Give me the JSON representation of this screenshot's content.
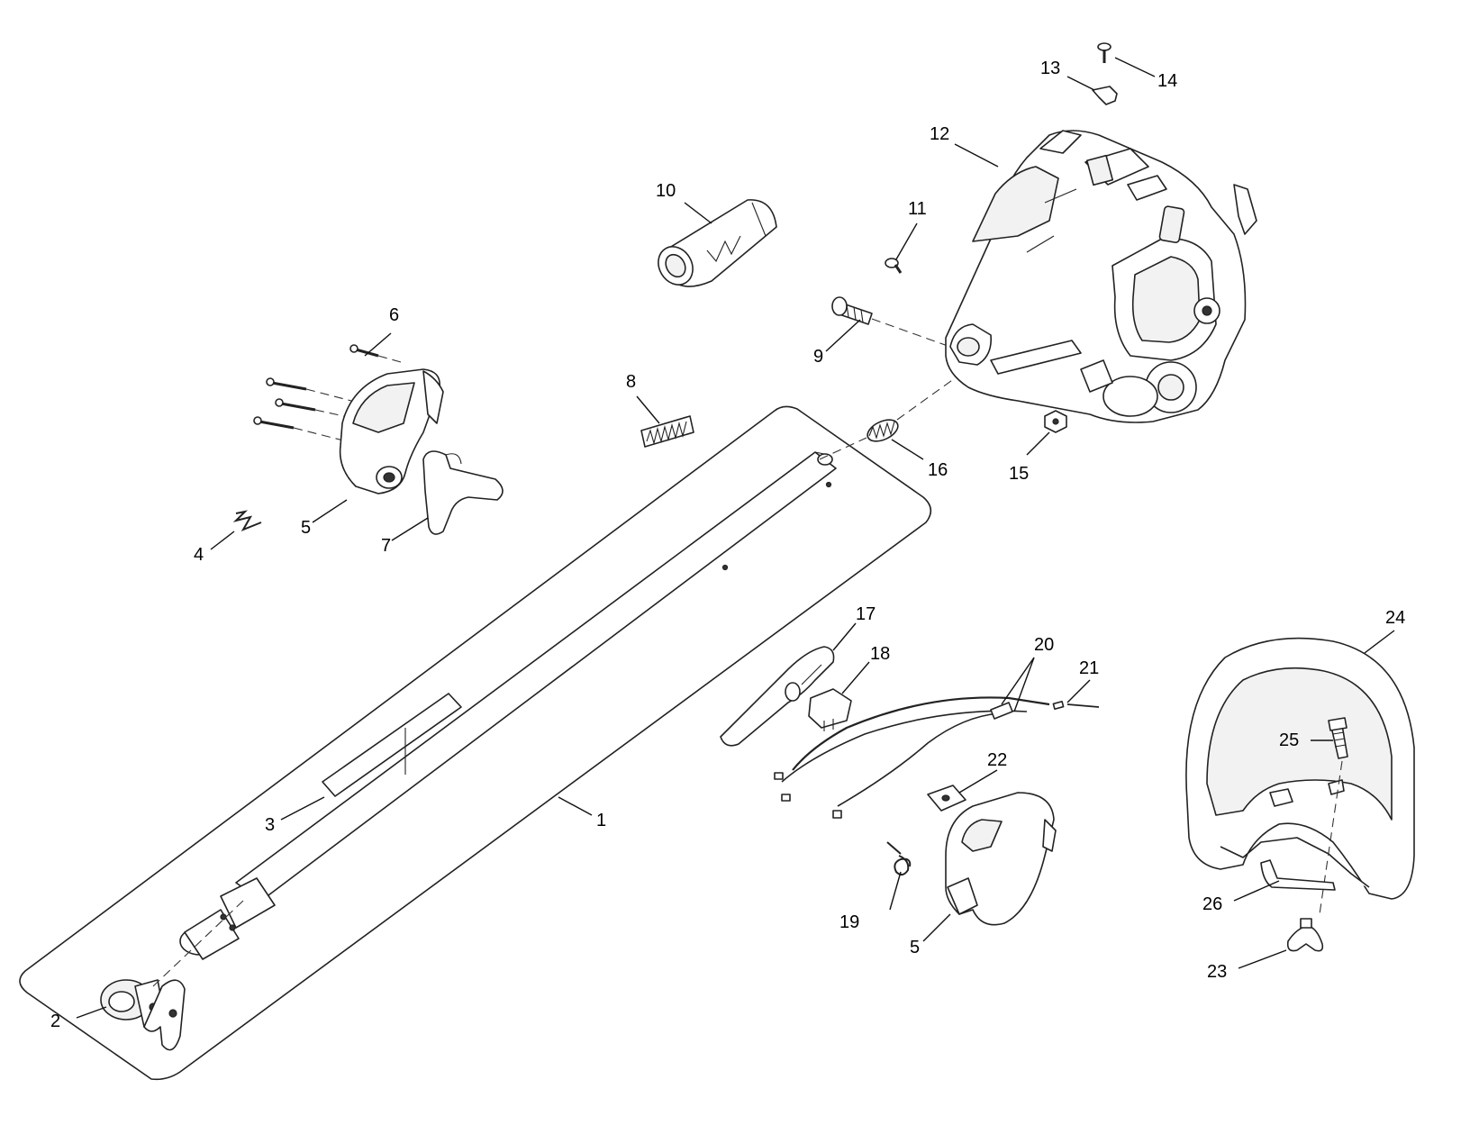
{
  "diagram": {
    "callouts": [
      {
        "id": "c1",
        "label": "1"
      },
      {
        "id": "c2",
        "label": "2"
      },
      {
        "id": "c3",
        "label": "3"
      },
      {
        "id": "c4",
        "label": "4"
      },
      {
        "id": "c5a",
        "label": "5"
      },
      {
        "id": "c5b",
        "label": "5"
      },
      {
        "id": "c6",
        "label": "6"
      },
      {
        "id": "c7",
        "label": "7"
      },
      {
        "id": "c8",
        "label": "8"
      },
      {
        "id": "c9",
        "label": "9"
      },
      {
        "id": "c10",
        "label": "10"
      },
      {
        "id": "c11",
        "label": "11"
      },
      {
        "id": "c12",
        "label": "12"
      },
      {
        "id": "c13",
        "label": "13"
      },
      {
        "id": "c14",
        "label": "14"
      },
      {
        "id": "c15",
        "label": "15"
      },
      {
        "id": "c16",
        "label": "16"
      },
      {
        "id": "c17",
        "label": "17"
      },
      {
        "id": "c18",
        "label": "18"
      },
      {
        "id": "c19",
        "label": "19"
      },
      {
        "id": "c20",
        "label": "20"
      },
      {
        "id": "c21",
        "label": "21"
      },
      {
        "id": "c22",
        "label": "22"
      },
      {
        "id": "c23",
        "label": "23"
      },
      {
        "id": "c24",
        "label": "24"
      },
      {
        "id": "c25",
        "label": "25"
      },
      {
        "id": "c26",
        "label": "26"
      }
    ]
  }
}
